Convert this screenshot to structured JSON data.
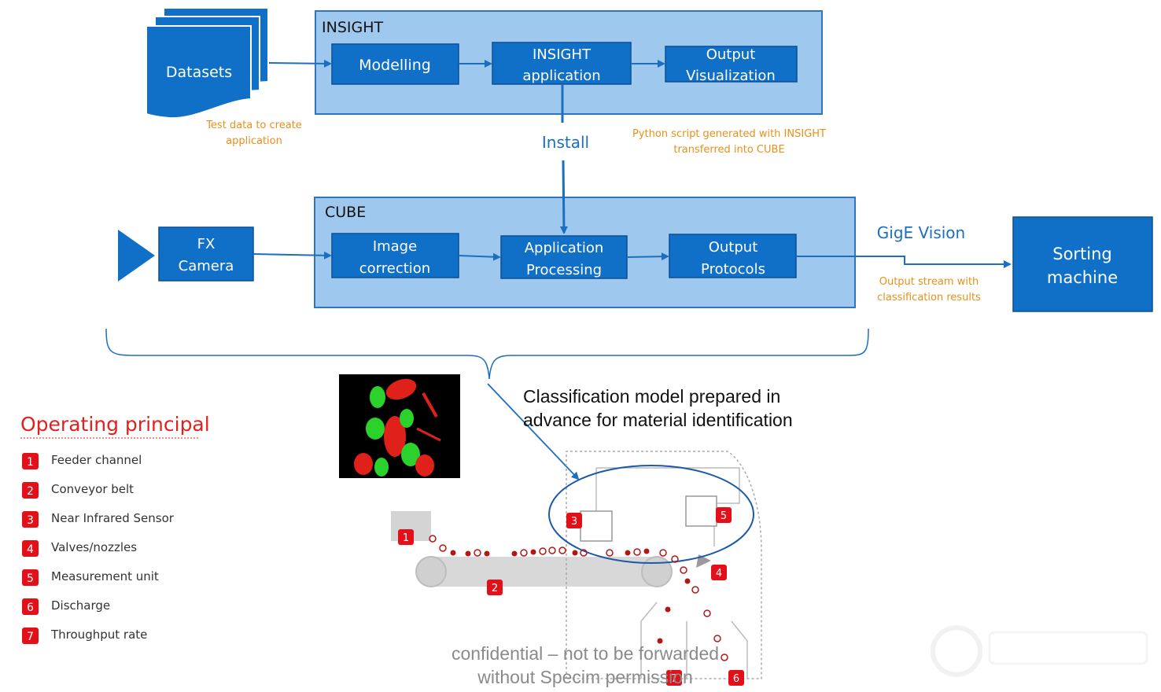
{
  "insight": {
    "title": "INSIGHT",
    "datasets": "Datasets",
    "datasets_note": [
      "Test data to create",
      "application"
    ],
    "modelling": "Modelling",
    "app": [
      "INSIGHT",
      "application"
    ],
    "output": [
      "Output",
      "Visualization"
    ],
    "python_note": [
      "Python script generated with INSIGHT",
      "transferred into CUBE"
    ]
  },
  "install": "Install",
  "cube": {
    "title": "CUBE",
    "camera": [
      "FX",
      "Camera"
    ],
    "image_correction": [
      "Image",
      "correction"
    ],
    "app_processing": [
      "Application",
      "Processing"
    ],
    "output_protocols": [
      "Output",
      "Protocols"
    ]
  },
  "gige": "GigE Vision",
  "stream_note": [
    "Output stream with",
    "classification results"
  ],
  "sorting": [
    "Sorting",
    "machine"
  ],
  "classification_note": [
    "Classification model prepared in",
    "advance for material identification"
  ],
  "operating": {
    "title": "Operating principal",
    "items": [
      {
        "num": "1",
        "label": "Feeder channel"
      },
      {
        "num": "2",
        "label": "Conveyor belt"
      },
      {
        "num": "3",
        "label": "Near Infrared Sensor"
      },
      {
        "num": "4",
        "label": "Valves/nozzles"
      },
      {
        "num": "5",
        "label": "Measurement unit"
      },
      {
        "num": "6",
        "label": "Discharge"
      },
      {
        "num": "7",
        "label": "Throughput rate"
      }
    ]
  },
  "machine_badges": [
    "1",
    "2",
    "3",
    "4",
    "5",
    "6",
    "7"
  ],
  "watermark": [
    "confidential – not to be forwarded",
    "without Specim permission"
  ],
  "colors": {
    "block_fill": "#1070c8",
    "block_stroke": "#0b4f94",
    "container_fill": "#9ec8ee",
    "container_stroke": "#2f76bd",
    "arrow": "#1c6fc0",
    "note": "#e8901a",
    "badge": "#e3101a",
    "heading_red": "#e3201e"
  }
}
